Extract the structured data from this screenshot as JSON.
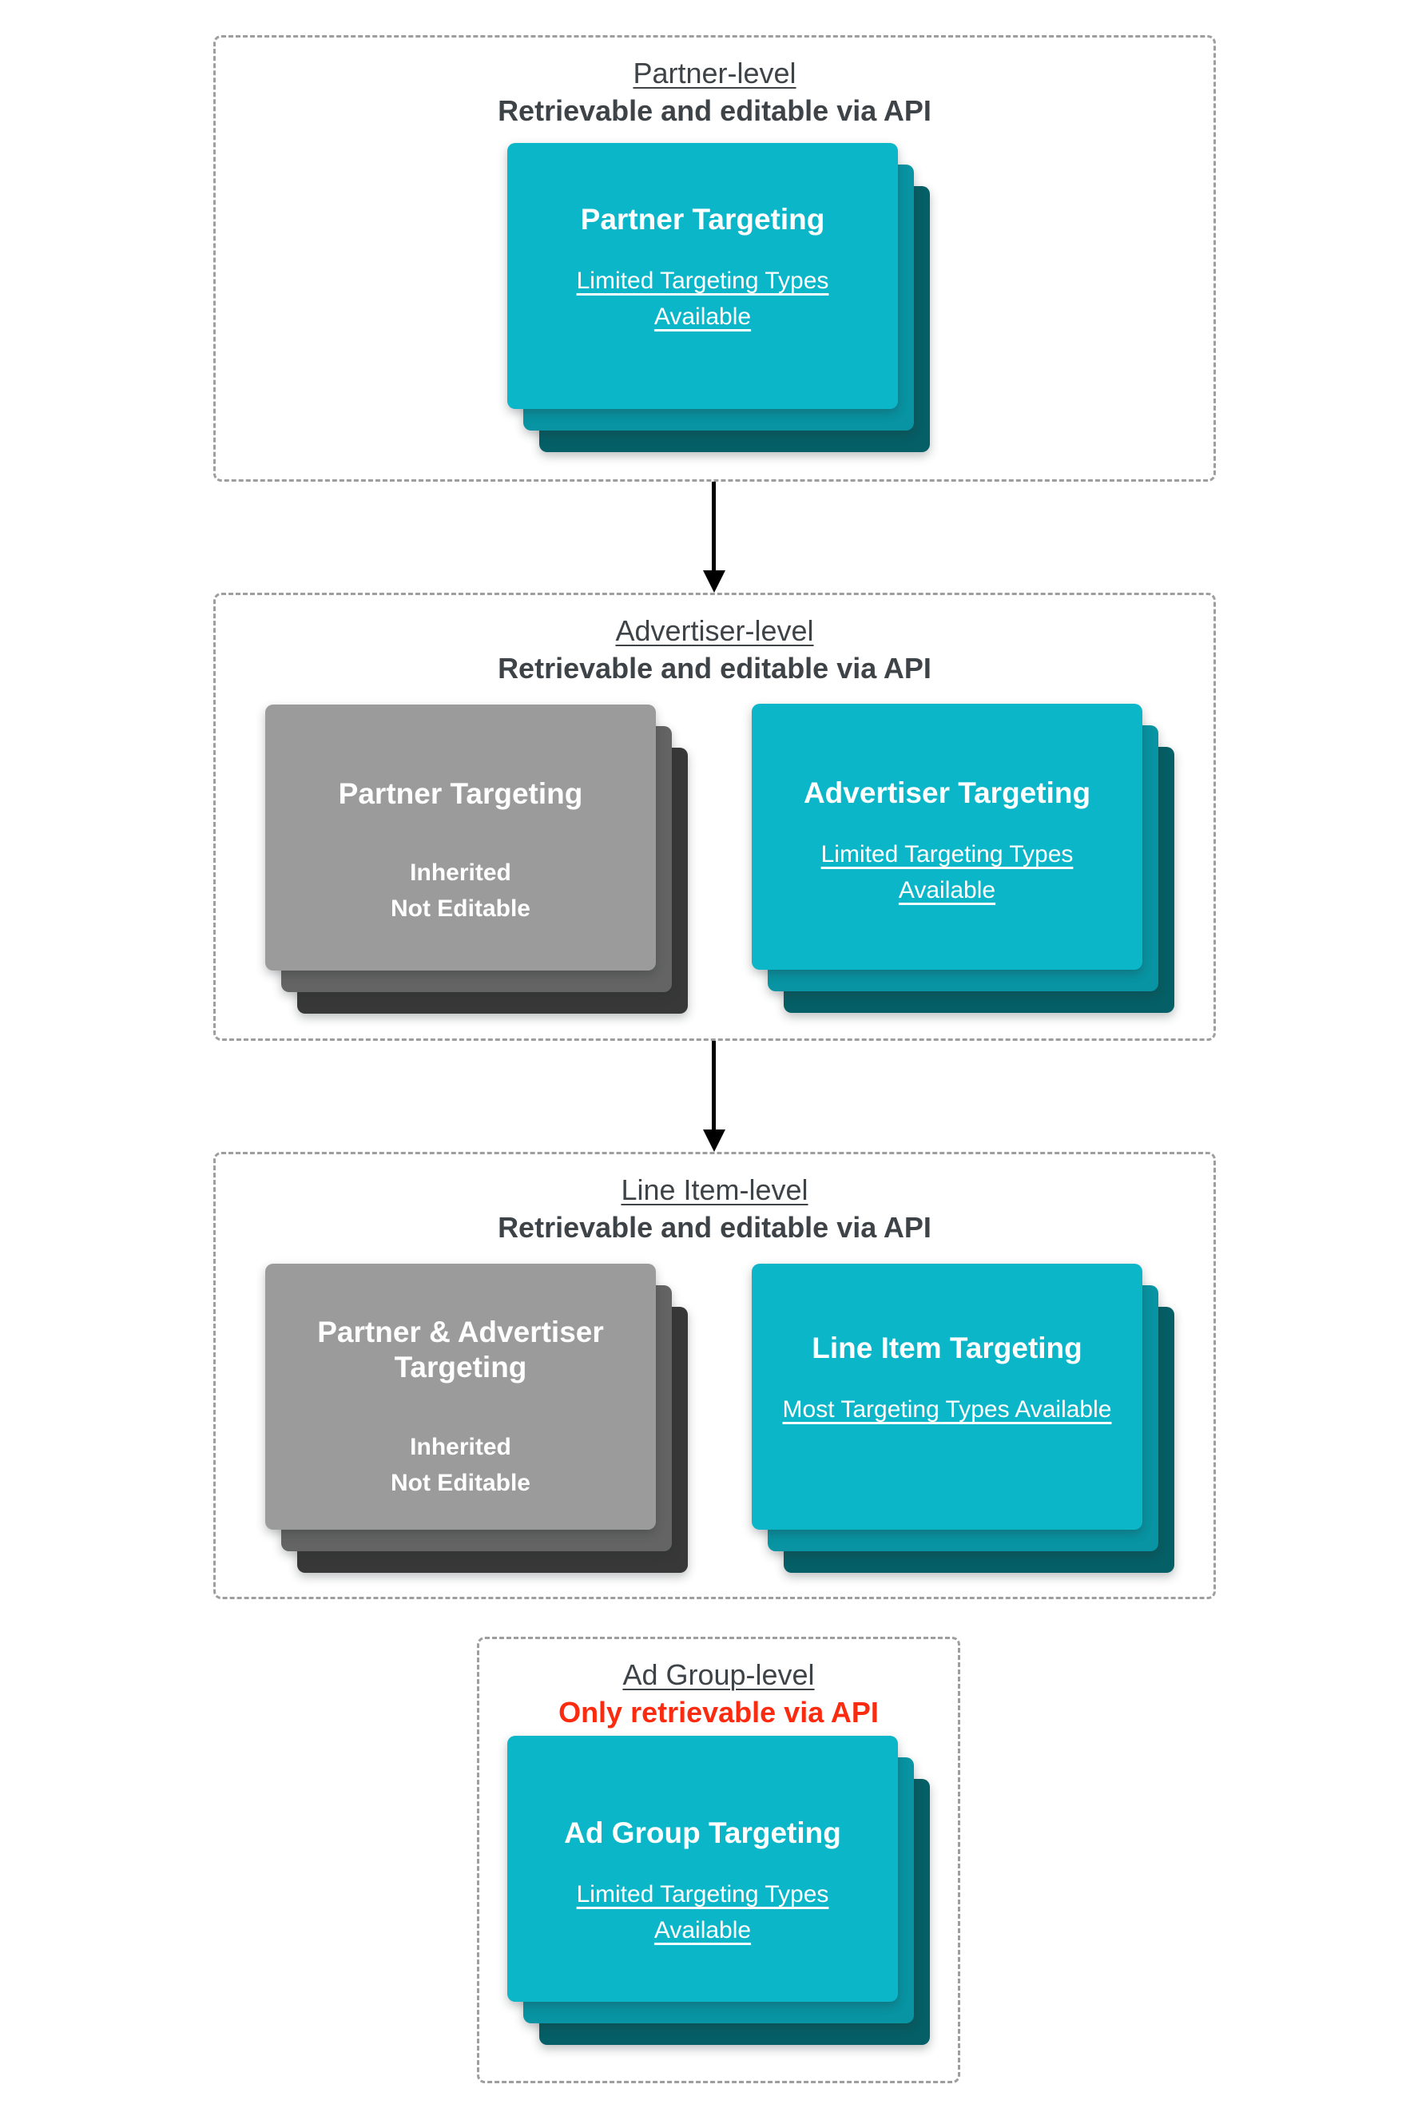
{
  "colors": {
    "card_cyan_front": "#0cb6c9",
    "card_cyan_mid": "#0894a3",
    "card_cyan_back": "#055f66",
    "card_gray_front": "#9b9b9b",
    "card_gray_mid": "#646464",
    "card_gray_back": "#383838",
    "heading_text": "#3e4347",
    "alert_red": "#fb2b10",
    "dashed_border": "#9e9e9e",
    "card_text": "#ffffff",
    "arrow": "#000000"
  },
  "sections": [
    {
      "title": "Partner-level",
      "subtitle": "Retrievable and editable via API",
      "cards": [
        {
          "variant": "cyan",
          "title": "Partner Targeting",
          "body": "Limited Targeting Types Available"
        }
      ]
    },
    {
      "title": "Advertiser-level",
      "subtitle": "Retrievable and editable via API",
      "cards": [
        {
          "variant": "gray",
          "title": "Partner Targeting",
          "body_lines": [
            "Inherited",
            "Not Editable"
          ]
        },
        {
          "variant": "cyan",
          "title": "Advertiser Targeting",
          "body": "Limited Targeting Types Available"
        }
      ]
    },
    {
      "title": "Line Item-level",
      "subtitle": "Retrievable and editable via API",
      "cards": [
        {
          "variant": "gray",
          "title": "Partner & Advertiser Targeting",
          "body_lines": [
            "Inherited",
            "Not Editable"
          ]
        },
        {
          "variant": "cyan",
          "title": "Line Item Targeting",
          "body": "Most Targeting Types Available"
        }
      ]
    },
    {
      "title": "Ad Group-level",
      "subtitle": "Only retrievable via API",
      "cards": [
        {
          "variant": "cyan",
          "title": "Ad Group Targeting",
          "body": "Limited Targeting Types Available"
        }
      ]
    }
  ]
}
